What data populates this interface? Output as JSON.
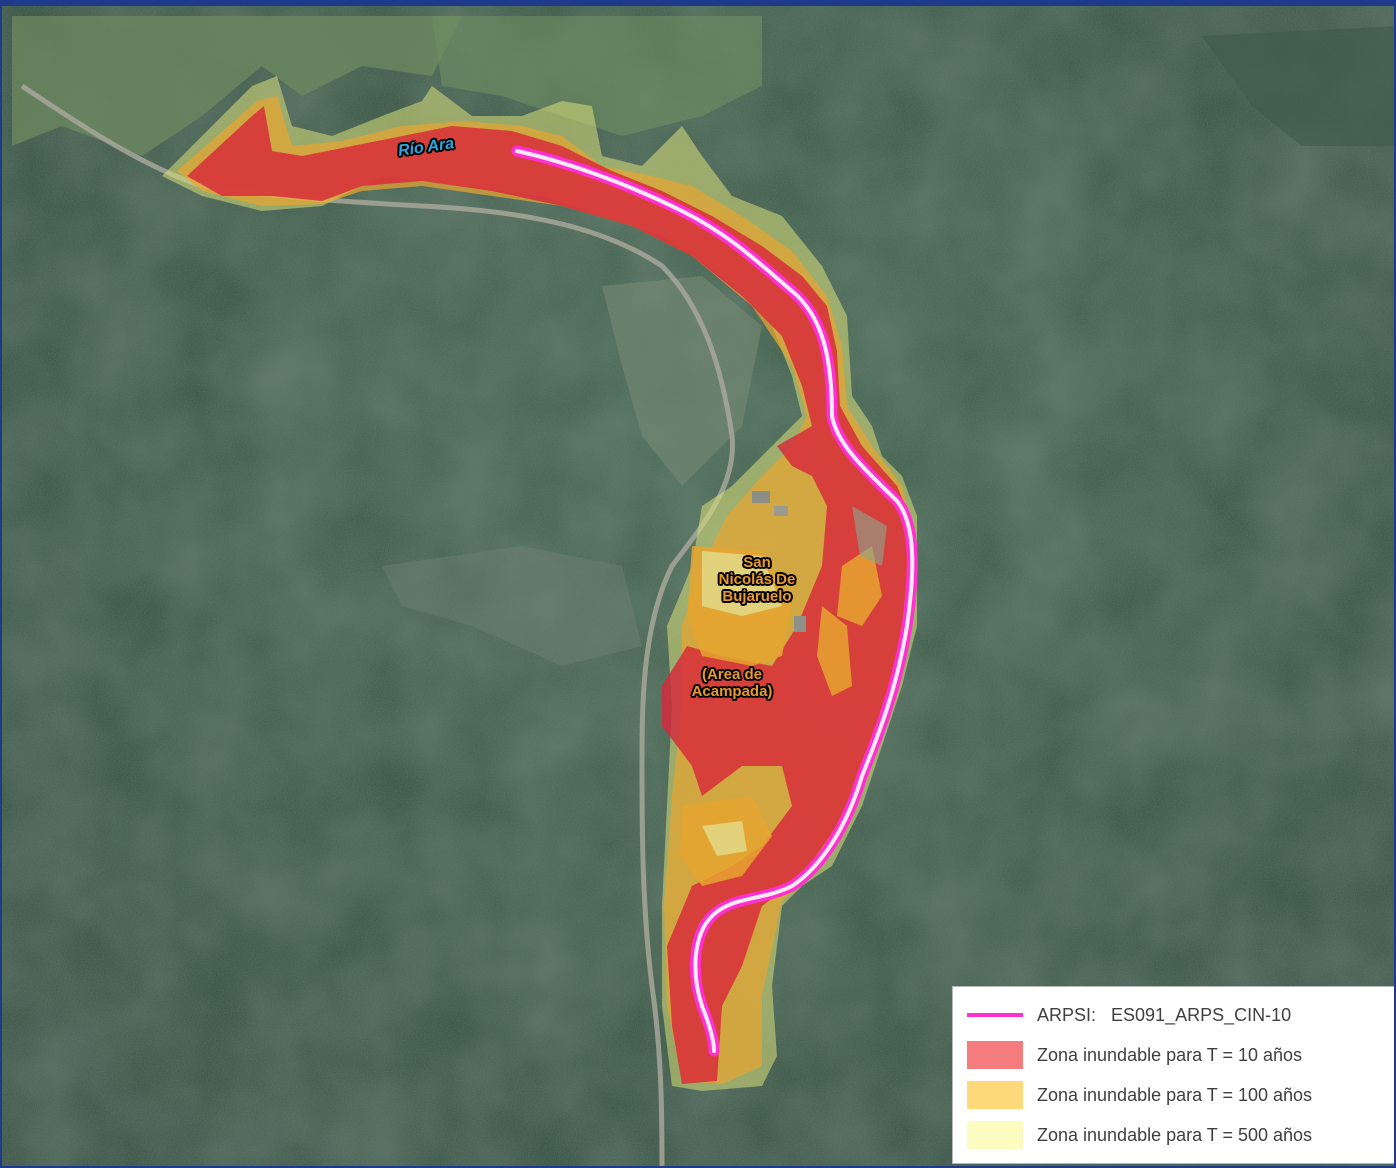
{
  "map": {
    "river_label": "Río Ara",
    "place_label": "San\nNicolás De\nBujaruelo",
    "area_label": "(Area de\nAcampada)",
    "colors": {
      "forest": "#2f4a3b",
      "arpsi_line": "#ff2fd0",
      "t10": "#e0303a",
      "t100": "#e8a833",
      "t500": "#d8df6a"
    }
  },
  "legend": {
    "items": [
      {
        "label": "ARPSI:   ES091_ARPS_CIN-10",
        "color": "#ff2fd0",
        "kind": "line"
      },
      {
        "label": "Zona inundable para T = 10 años",
        "color": "#f47c7c",
        "kind": "swatch"
      },
      {
        "label": "Zona inundable para T = 100 años",
        "color": "#ffd97a",
        "kind": "swatch"
      },
      {
        "label": "Zona inundable para T = 500 años",
        "color": "#fcfcc0",
        "kind": "swatch"
      }
    ]
  }
}
